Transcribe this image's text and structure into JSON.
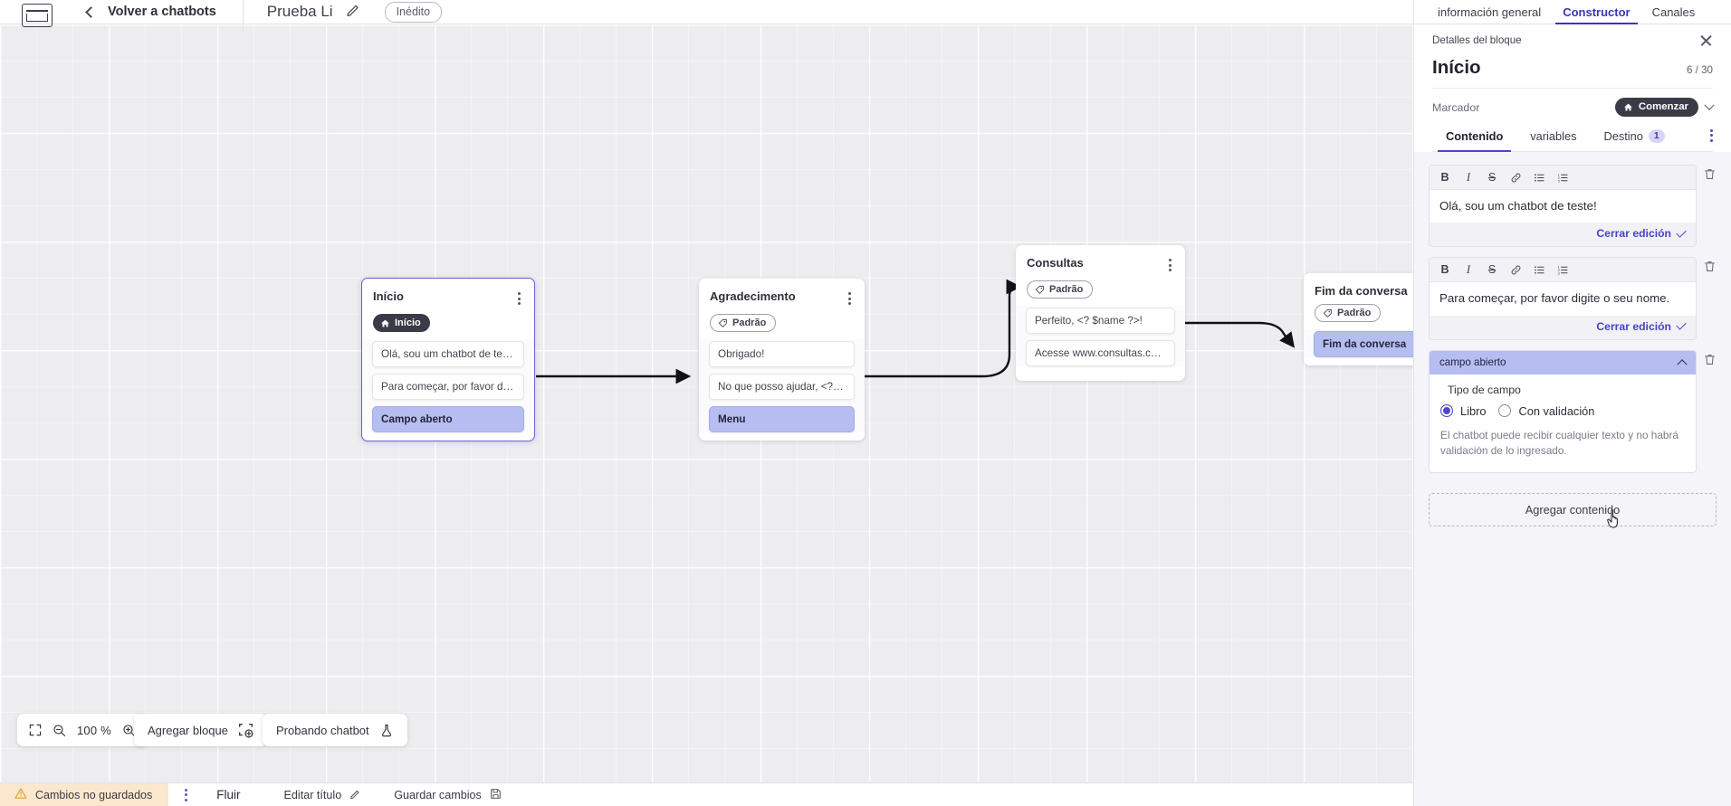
{
  "topbar": {
    "logo_icon": "via-logo-icon",
    "back_icon": "chevron-left-icon",
    "back_label": "Volver a chatbots",
    "bot_name": "Prueba Li",
    "edit_icon": "pencil-icon",
    "status_badge": "Inédito"
  },
  "canvas": {
    "nodes": [
      {
        "title": "Início",
        "tag": "Início",
        "tag_type": "start",
        "tag_icon": "home-icon",
        "selected": true,
        "messages": [
          "Olá, sou um chatbot de teste!",
          "Para começar, por favor digite o ..."
        ],
        "input_label": "Campo aberto"
      },
      {
        "title": "Agradecimento",
        "tag": "Padrão",
        "tag_type": "default",
        "tag_icon": "tag-icon",
        "selected": false,
        "messages": [
          "Obrigado!",
          "No que posso ajudar, <? $name ..."
        ],
        "input_label": "Menu"
      },
      {
        "title": "Consultas",
        "tag": "Padrão",
        "tag_type": "default",
        "tag_icon": "tag-icon",
        "selected": false,
        "messages": [
          "Perfeito, <? $name ?>!",
          "Acesse www.consultas.com par..."
        ],
        "input_label": ""
      },
      {
        "title": "Fim da conversa",
        "tag": "Padrão",
        "tag_type": "default",
        "tag_icon": "tag-icon",
        "selected": false,
        "messages": [],
        "input_label": "Fim da conversa"
      }
    ]
  },
  "toolbar": {
    "fit_icon": "fit-screen-icon",
    "zoom_out_icon": "zoom-out-icon",
    "zoom_level": "100 %",
    "zoom_in_icon": "zoom-in-icon",
    "add_block_label": "Agregar bloque",
    "add_block_icon": "add-block-icon",
    "test_bot_label": "Probando chatbot",
    "test_bot_icon": "flask-icon"
  },
  "statusbar": {
    "warning_icon": "warning-triangle-icon",
    "unsaved_label": "Cambios no guardados",
    "kebab_icon": "more-vertical-icon",
    "tab_flow": "Fluir",
    "edit_title_label": "Editar título",
    "edit_title_icon": "pencil-icon",
    "save_label": "Guardar cambios",
    "save_icon": "save-disk-icon"
  },
  "panel": {
    "tabs": [
      {
        "label": "información general",
        "active": false
      },
      {
        "label": "Constructor",
        "active": true
      },
      {
        "label": "Canales",
        "active": false
      }
    ],
    "header_title": "Detalles del bloque",
    "close_icon": "close-icon",
    "block_title": "Início",
    "block_count": "6 / 30",
    "marker_label": "Marcador",
    "marker_chip": "Comenzar",
    "marker_chip_icon": "home-icon",
    "marker_chevron_icon": "chevron-down-icon",
    "subtabs": [
      {
        "label": "Contenido",
        "badge": "",
        "active": true
      },
      {
        "label": "variables",
        "badge": "",
        "active": false
      },
      {
        "label": "Destino",
        "badge": "1",
        "active": false
      }
    ],
    "subtab_kebab_icon": "more-vertical-icon",
    "editor_toolbar": [
      "B",
      "I",
      "S",
      "link-icon",
      "bullet-list-icon",
      "numbered-list-icon"
    ],
    "cards": [
      {
        "type": "richtext",
        "text": "Olá, sou um chatbot de teste!",
        "close_edit_label": "Cerrar edición",
        "delete_icon": "trash-icon"
      },
      {
        "type": "richtext",
        "text": "Para começar, por favor digite o seu nome.",
        "close_edit_label": "Cerrar edición",
        "delete_icon": "trash-icon"
      }
    ],
    "field_card": {
      "header": "campo abierto",
      "collapse_icon": "chevron-up-icon",
      "delete_icon": "trash-icon",
      "field_type_label": "Tipo de campo",
      "options": [
        {
          "label": "Libro",
          "selected": true
        },
        {
          "label": "Con validación",
          "selected": false
        }
      ],
      "help_text": "El chatbot puede recibir cualquier texto y no habrá validación de lo ingresado."
    },
    "add_content_label": "Agregar contenido"
  },
  "colors": {
    "accent": "#4f46c8",
    "panel_bg": "#f4f4f9",
    "canvas_bg": "#edecef",
    "input_chip": "#b6bdf0",
    "dark_chip": "#3b3b48",
    "warning_bg": "#fbe7cd"
  }
}
